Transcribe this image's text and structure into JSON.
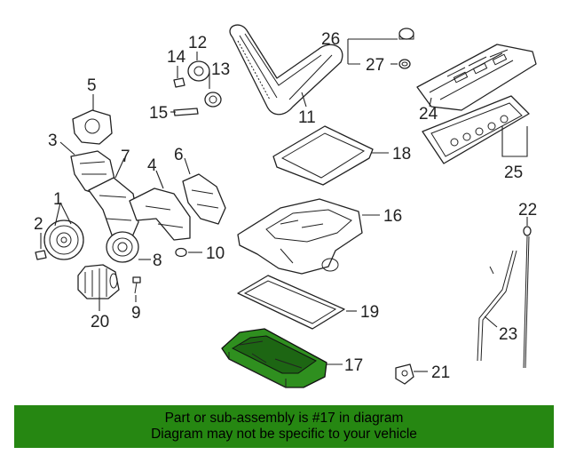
{
  "diagram": {
    "callouts": {
      "c1": "1",
      "c2": "2",
      "c3": "3",
      "c4": "4",
      "c5": "5",
      "c6": "6",
      "c7": "7",
      "c8": "8",
      "c9": "9",
      "c10": "10",
      "c11": "11",
      "c12": "12",
      "c13": "13",
      "c14": "14",
      "c15": "15",
      "c16": "16",
      "c17": "17",
      "c18": "18",
      "c19": "19",
      "c20": "20",
      "c21": "21",
      "c22": "22",
      "c23": "23",
      "c24": "24",
      "c25": "25",
      "c26": "26",
      "c27": "27"
    },
    "highlight_color": "#2f8f1f"
  },
  "banner": {
    "line1": "Part or sub-assembly is #17 in diagram",
    "line2": "Diagram may not be specific to your vehicle",
    "background": "#268712"
  }
}
